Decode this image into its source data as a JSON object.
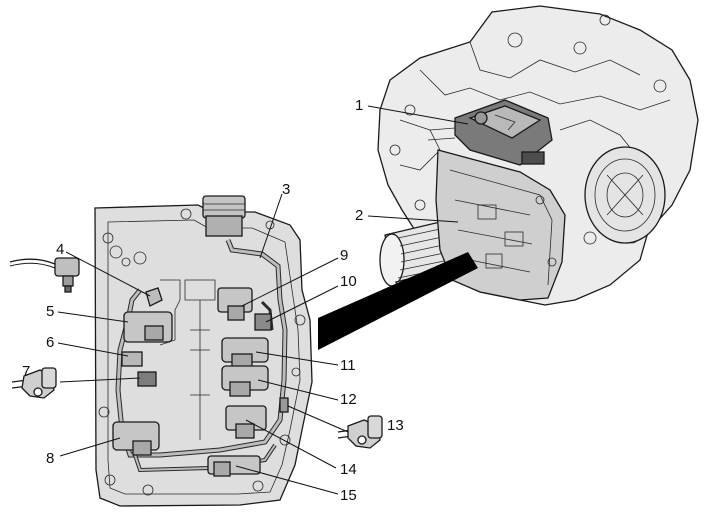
{
  "callouts": [
    {
      "id": "1",
      "label": "1"
    },
    {
      "id": "2",
      "label": "2"
    },
    {
      "id": "3",
      "label": "3"
    },
    {
      "id": "4",
      "label": "4"
    },
    {
      "id": "5",
      "label": "5"
    },
    {
      "id": "6",
      "label": "6"
    },
    {
      "id": "7",
      "label": "7"
    },
    {
      "id": "8",
      "label": "8"
    },
    {
      "id": "9",
      "label": "9"
    },
    {
      "id": "10",
      "label": "10"
    },
    {
      "id": "11",
      "label": "11"
    },
    {
      "id": "12",
      "label": "12"
    },
    {
      "id": "13",
      "label": "13"
    },
    {
      "id": "14",
      "label": "14"
    },
    {
      "id": "15",
      "label": "15"
    }
  ],
  "colors": {
    "line": "#1a1a1a",
    "housing": "#ececec",
    "plate": "#dcdcdc",
    "component": "#c8c8c8",
    "module_dark": "#5a5a5a",
    "arrow": "#000000"
  }
}
